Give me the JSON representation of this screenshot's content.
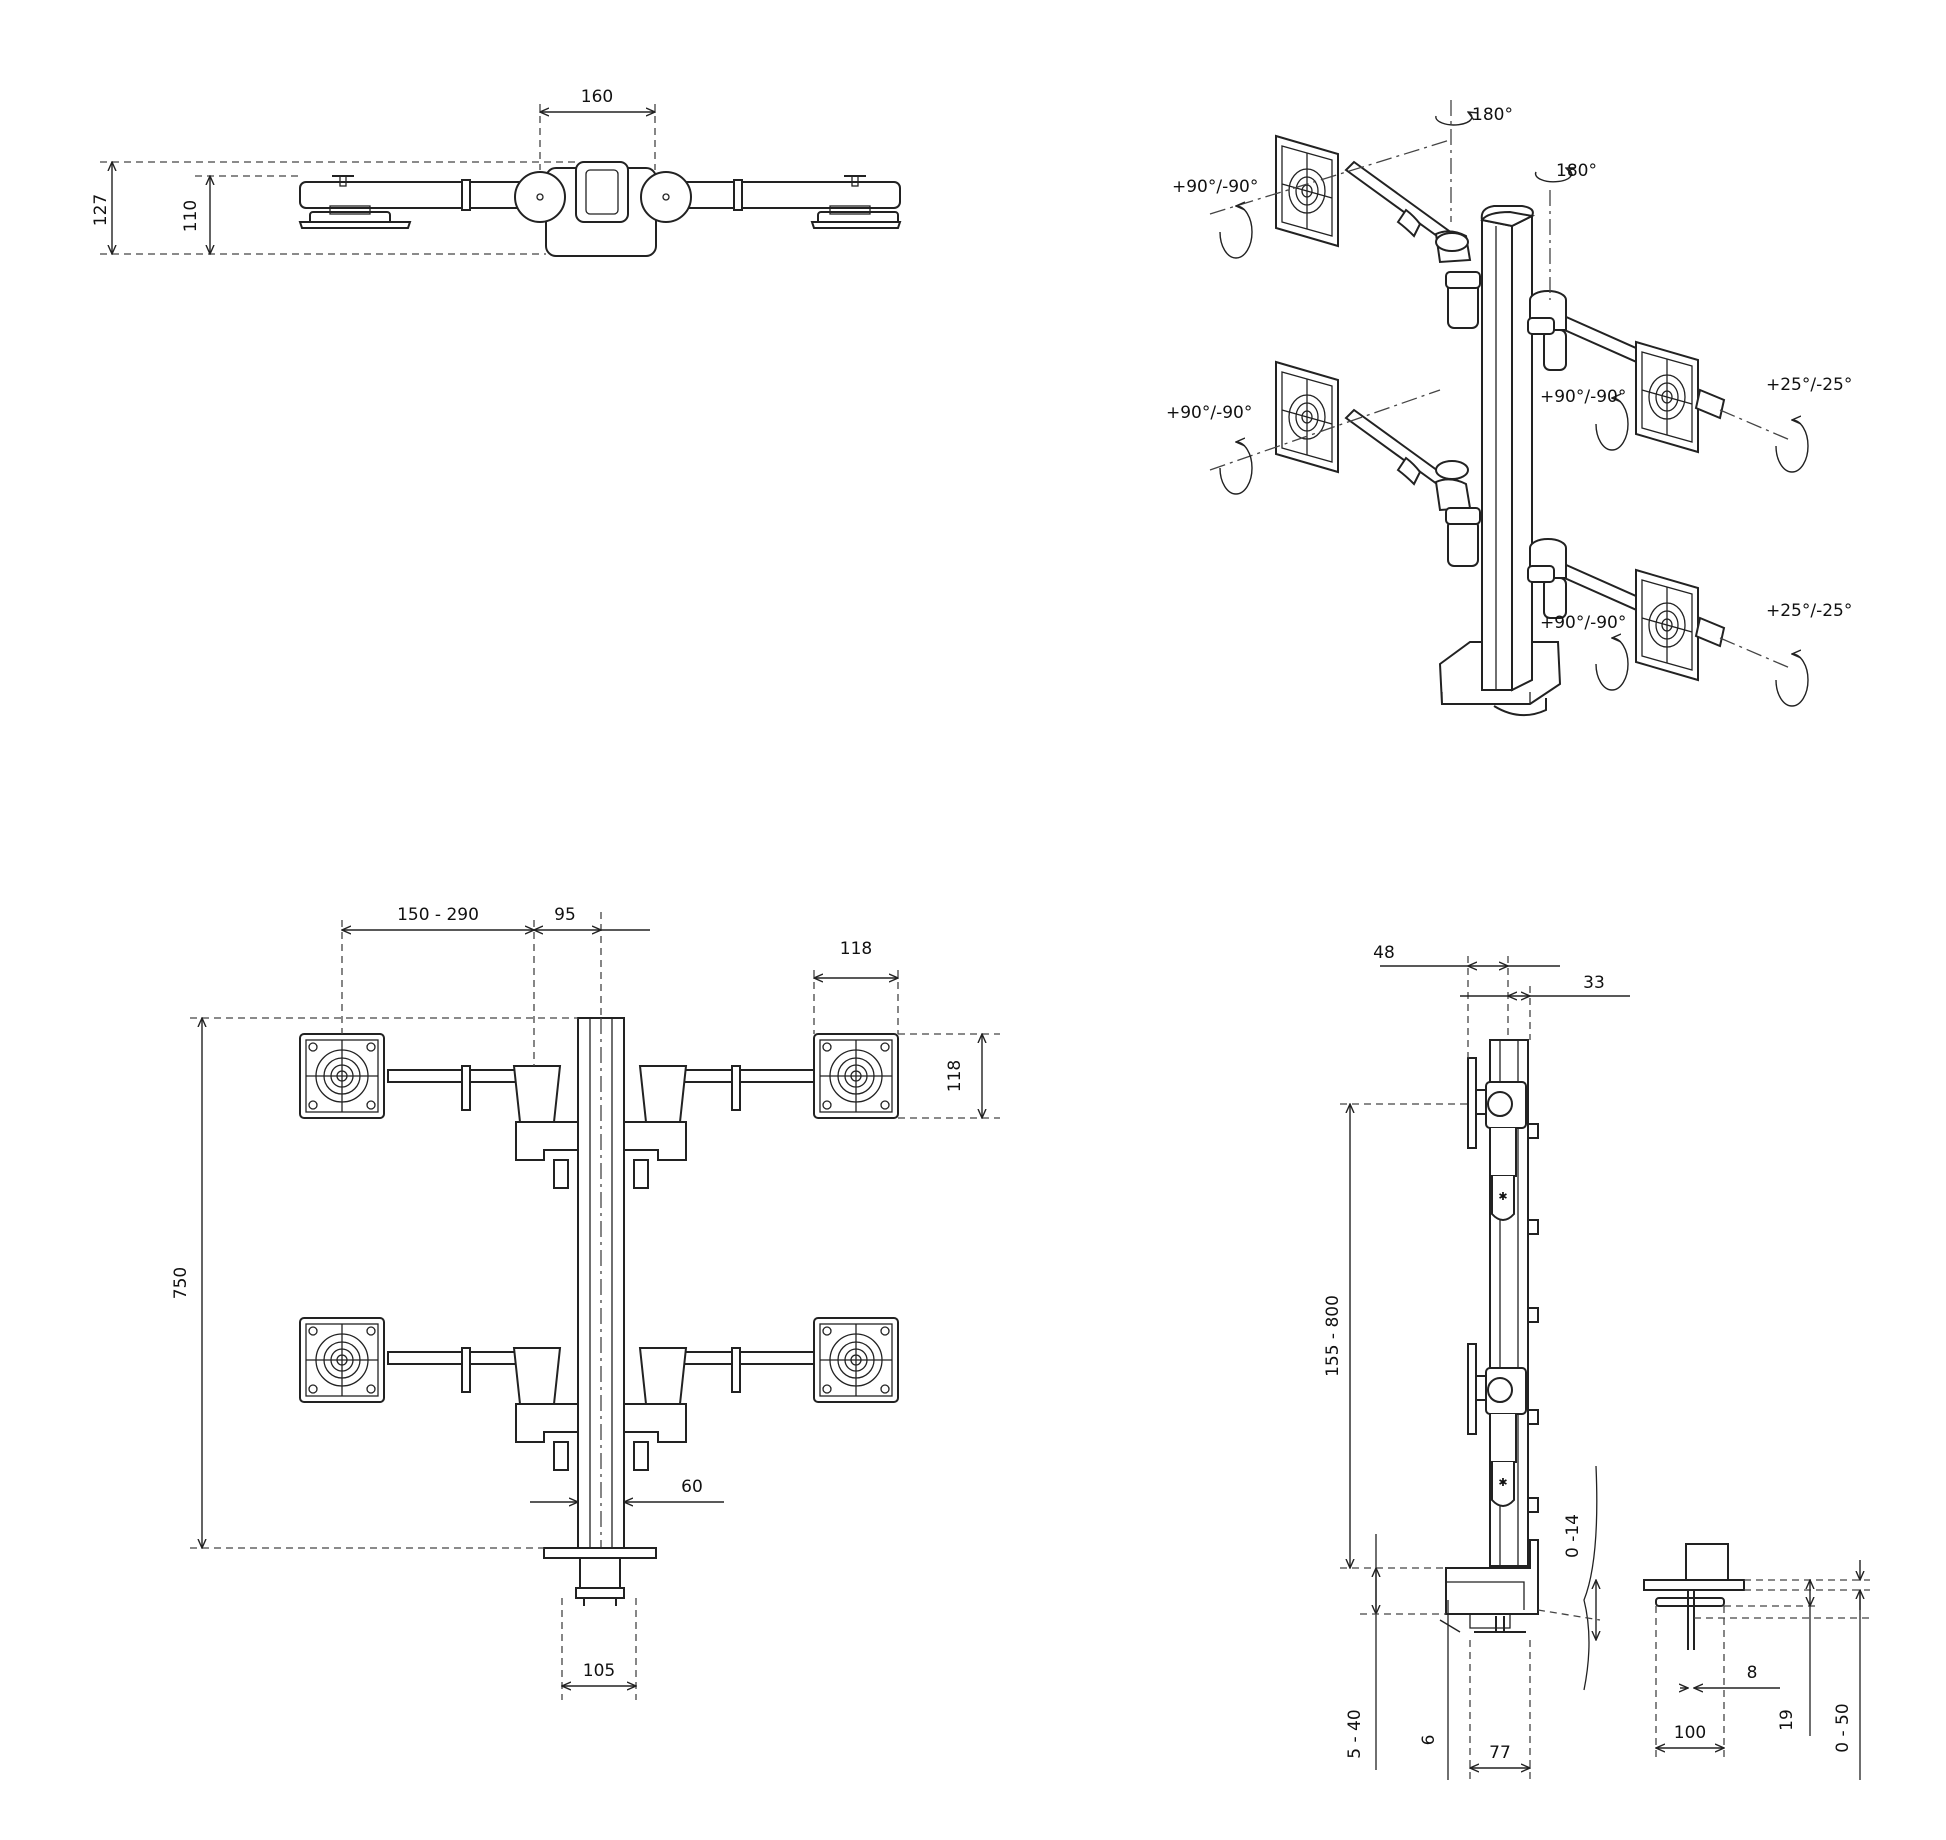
{
  "top_view": {
    "dims": [
      "160",
      "127",
      "110"
    ]
  },
  "iso_view": {
    "rotations": {
      "post_top": "180°",
      "arm_right": "180°",
      "tilt_left_upper": "+90°/-90°",
      "tilt_left_lower": "+90°/-90°",
      "tilt_right_upper": "+90°/-90°",
      "tilt_right_lower": "+90°/-90°",
      "swivel_upper": "+25°/-25°",
      "swivel_lower": "+25°/-25°"
    }
  },
  "front_view": {
    "dims": [
      "150 - 290",
      "95",
      "118",
      "118",
      "750",
      "60",
      "105"
    ]
  },
  "side_view": {
    "dims": [
      "48",
      "33",
      "155 - 800",
      "0 -14",
      "5 - 40",
      "6",
      "77"
    ],
    "clamp_dims": [
      "8",
      "19",
      "0 - 50",
      "100"
    ]
  }
}
